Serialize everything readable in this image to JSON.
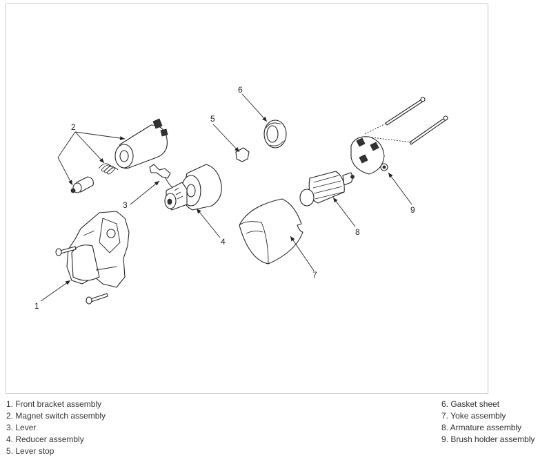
{
  "callouts": [
    "1",
    "2",
    "3",
    "4",
    "5",
    "6",
    "7",
    "8",
    "9"
  ],
  "legend_left": [
    "1. Front bracket assembly",
    "2. Magnet switch assembly",
    "3. Lever",
    "4. Reducer assembly",
    "5. Lever stop"
  ],
  "legend_right": [
    "6. Gasket sheet",
    "7. Yoke assembly",
    "8. Armature assembly",
    "9. Brush holder assembly"
  ],
  "colors": {
    "frame": "#c8c8c8",
    "ink": "#222222",
    "text": "#333333"
  }
}
